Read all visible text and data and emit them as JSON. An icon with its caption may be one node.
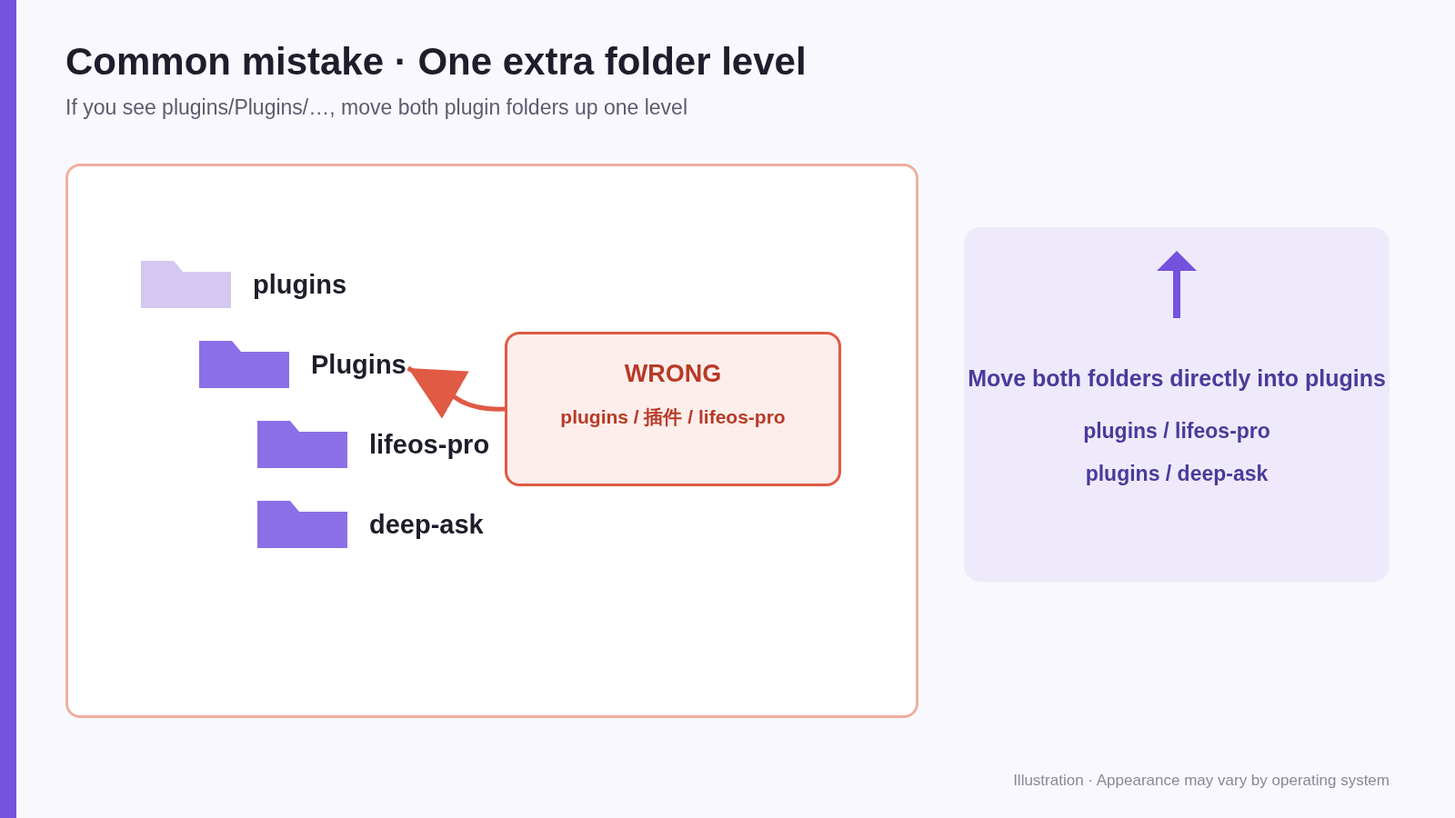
{
  "diagram": {
    "title": "Common mistake · One extra folder level",
    "nodes": [
      {
        "text": [],
        "shape": "box"
      },
      {
        "text": [
          "plugins"
        ],
        "in": 0
      },
      {
        "text": [
          "Plugins"
        ],
        "in": 0
      },
      {
        "text": [
          "lifeos-pro"
        ],
        "in": 0
      },
      {
        "text": [
          "deep-ask"
        ],
        "in": 0
      },
      {
        "text": [
          "WRONG",
          "plugins / 插件 / lifeos-pro"
        ],
        "in": 0
      },
      {
        "text": [
          "Move both folders directly into plugins",
          "plugins / lifeos-pro",
          "plugins / deep-ask"
        ]
      }
    ],
    "edges": [
      {
        "from": 5,
        "to": 2,
        "arrow": "to",
        "color": "#e05a44"
      }
    ],
    "labels": [
      "If you see plugins/Plugins/…, move both plugin folders up one level",
      "Illustration · Appearance may vary by operating system"
    ]
  }
}
